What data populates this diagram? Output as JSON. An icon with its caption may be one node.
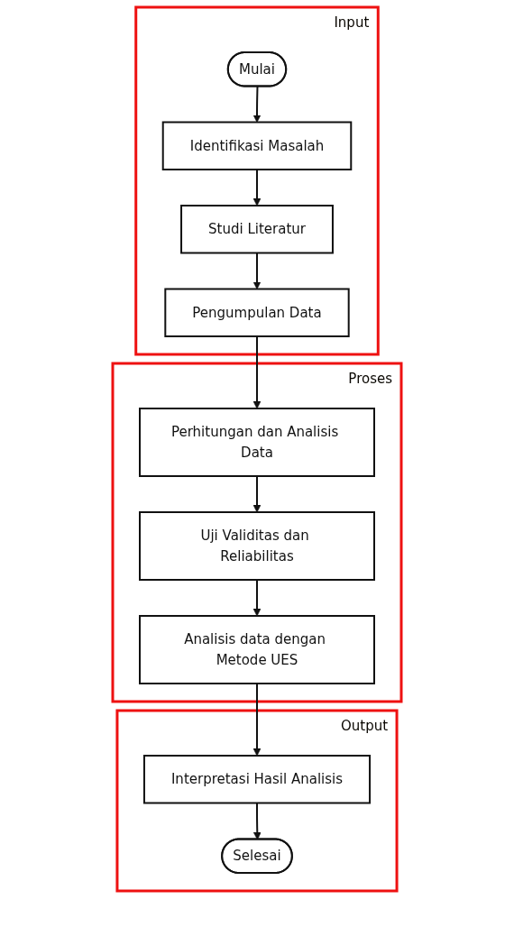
{
  "diagram": {
    "nodes": [
      {
        "text": [
          "Input"
        ]
      },
      {
        "text": [
          "Mulai"
        ],
        "in": 0
      },
      {
        "text": [
          "Identifikasi Masalah"
        ],
        "in": 0
      },
      {
        "text": [
          "Studi Literatur"
        ],
        "in": 0
      },
      {
        "text": [
          "Pengumpulan Data"
        ],
        "in": 0
      },
      {
        "text": [
          "Proses"
        ]
      },
      {
        "text": [
          "Perhitungan dan Analisis Data"
        ],
        "in": 5
      },
      {
        "text": [
          "Uji Validitas dan Reliabilitas"
        ],
        "in": 5
      },
      {
        "text": [
          "Analisis data dengan Metode UES"
        ],
        "in": 5
      },
      {
        "text": [
          "Output"
        ]
      },
      {
        "text": [
          "Interpretasi Hasil Analisis"
        ],
        "in": 9
      },
      {
        "text": [
          "Selesai"
        ],
        "in": 9
      }
    ],
    "edges": [
      {
        "from": 1,
        "to": 2,
        "arrow": "to"
      },
      {
        "from": 2,
        "to": 3,
        "arrow": "to"
      },
      {
        "from": 3,
        "to": 4,
        "arrow": "to"
      },
      {
        "from": 4,
        "to": 6,
        "arrow": "to"
      },
      {
        "from": 6,
        "to": 7,
        "arrow": "to"
      },
      {
        "from": 7,
        "to": 8,
        "arrow": "to"
      },
      {
        "from": 8,
        "to": 10,
        "arrow": "to"
      },
      {
        "from": 10,
        "to": 11,
        "arrow": "to"
      }
    ]
  }
}
